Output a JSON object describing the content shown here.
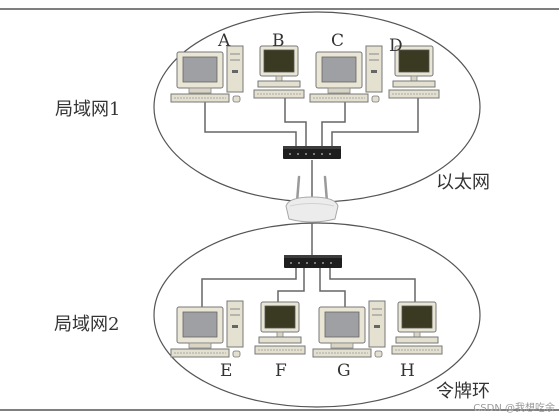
{
  "lan1": {
    "label": "局域网1",
    "type_label": "以太网",
    "computers": [
      {
        "id": "A",
        "label": "A",
        "icon": "crt-computer-icon"
      },
      {
        "id": "B",
        "label": "B",
        "icon": "lcd-computer-icon"
      },
      {
        "id": "C",
        "label": "C",
        "icon": "crt-computer-icon"
      },
      {
        "id": "D",
        "label": "D",
        "icon": "lcd-computer-icon"
      }
    ],
    "hub_icon": "hub-icon"
  },
  "router_icon": "router-icon",
  "lan2": {
    "label": "局域网2",
    "type_label": "令牌环",
    "computers": [
      {
        "id": "E",
        "label": "E",
        "icon": "crt-computer-icon"
      },
      {
        "id": "F",
        "label": "F",
        "icon": "lcd-computer-icon"
      },
      {
        "id": "G",
        "label": "G",
        "icon": "crt-computer-icon"
      },
      {
        "id": "H",
        "label": "H",
        "icon": "lcd-computer-icon"
      }
    ],
    "hub_icon": "hub-icon"
  },
  "watermark": "CSDN @我想吃余",
  "colors": {
    "outline": "#555555",
    "hub": "#1e1e1e",
    "router": "#ececec",
    "computer_case": "#e9e6d6",
    "screen_crt": "#9ea0a4",
    "screen_lcd": "#3a3a22"
  }
}
